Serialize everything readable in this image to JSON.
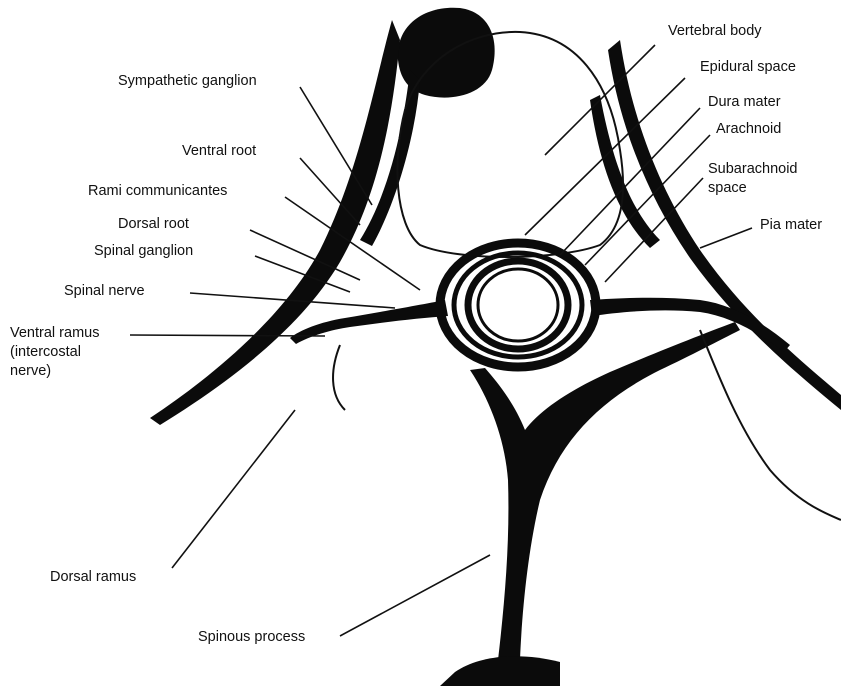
{
  "labels": {
    "vertebral_body": "Vertebral body",
    "epidural_space": "Epidural space",
    "dura_mater": "Dura mater",
    "arachnoid": "Arachnoid",
    "subarachnoid_space": "Subarachnoid\nspace",
    "pia_mater": "Pia mater",
    "sympathetic_ganglion": "Sympathetic ganglion",
    "ventral_root": "Ventral root",
    "rami_communicantes": "Rami communicantes",
    "dorsal_root": "Dorsal root",
    "spinal_ganglion": "Spinal ganglion",
    "spinal_nerve": "Spinal nerve",
    "ventral_ramus": "Ventral ramus\n(intercostal\nnerve)",
    "dorsal_ramus": "Dorsal ramus",
    "spinous_process": "Spinous process"
  },
  "colors": {
    "ink": "#0b0b0b",
    "paper": "#ffffff"
  }
}
